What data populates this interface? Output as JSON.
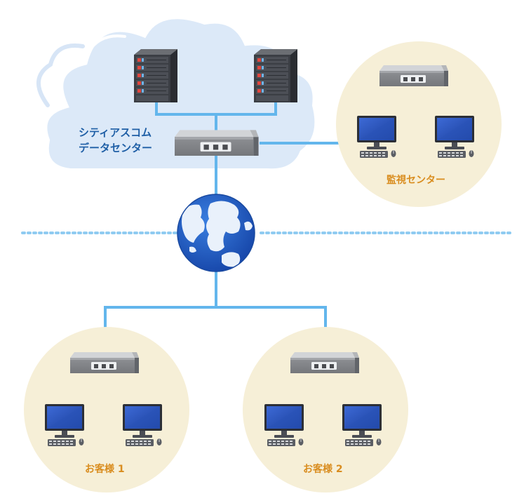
{
  "datacenter": {
    "line1": "シティアスコム",
    "line2": "データセンター"
  },
  "monitoring": {
    "label": "監視センター"
  },
  "customers": [
    {
      "label": "お客様 1"
    },
    {
      "label": "お客様 2"
    }
  ],
  "colors": {
    "link": "#63b6ec",
    "cloud_fill": "#dce9f8",
    "cloud_outline": "#ffffff",
    "site_circle": "#f6efd7",
    "datacenter_text": "#1f5fa6",
    "site_text": "#d98d1f",
    "globe": "#1f5fc6"
  }
}
